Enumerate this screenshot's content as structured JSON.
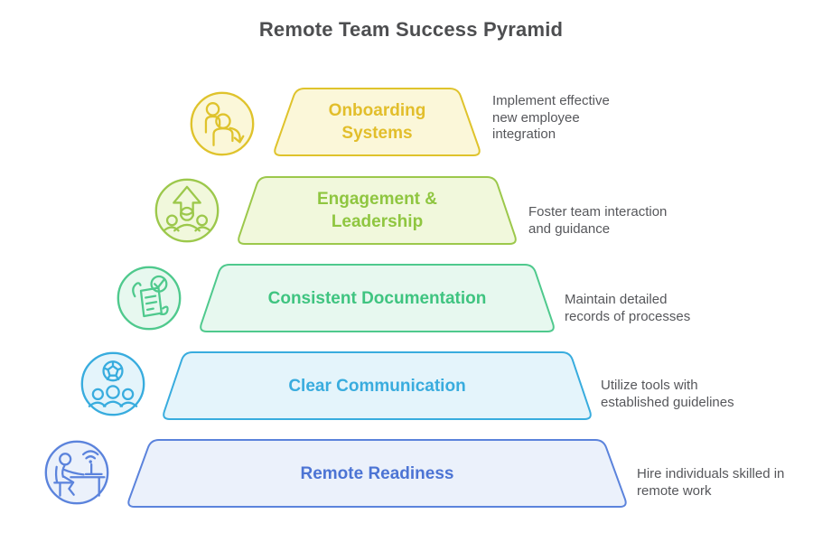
{
  "title": "Remote Team Success Pyramid",
  "colors": {
    "title_text": "#4d4e50",
    "description_text": "#56575b",
    "background": "#ffffff"
  },
  "levels": [
    {
      "label": "Onboarding Systems",
      "description": "Implement effective new employee integration",
      "icon": "onboarding-people-arrow-icon",
      "accent": "#e2be2b",
      "border": "#dfc32c",
      "fill": "#fbf7d9"
    },
    {
      "label": "Engagement & Leadership",
      "description": "Foster team interaction and guidance",
      "icon": "team-growth-arrow-icon",
      "accent": "#8fc640",
      "border": "#9cc84b",
      "fill": "#f1f8dc"
    },
    {
      "label": "Consistent Documentation",
      "description": "Maintain detailed records of processes",
      "icon": "document-check-hands-icon",
      "accent": "#3fc480",
      "border": "#4fc98d",
      "fill": "#e7f8ef"
    },
    {
      "label": "Clear Communication",
      "description": "Utilize tools with established guidelines",
      "icon": "global-team-icon",
      "accent": "#39acde",
      "border": "#38acde",
      "fill": "#e4f4fb"
    },
    {
      "label": "Remote Readiness",
      "description": "Hire individuals skilled in remote work",
      "icon": "remote-worker-desk-icon",
      "accent": "#4c74d4",
      "border": "#5b83dc",
      "fill": "#ebf1fb"
    }
  ]
}
